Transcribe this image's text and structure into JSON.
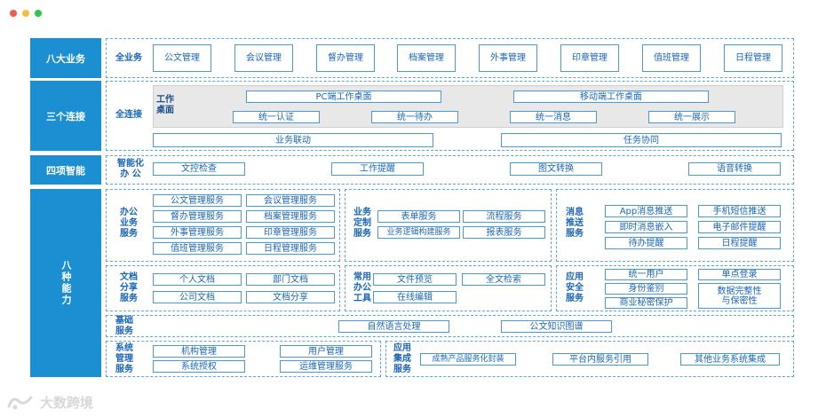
{
  "window_dots": {
    "red": "#f05b56",
    "yellow": "#f7bd3e",
    "green": "#2cc84a"
  },
  "colors": {
    "label_bg": "#1b8fd2",
    "box_border": "#4a9ad8",
    "text": "#1a66b8"
  },
  "rows": {
    "row1": {
      "label": "八大业务",
      "sub": "全业务",
      "items": [
        "公文管理",
        "会议管理",
        "督办管理",
        "档案管理",
        "外事管理",
        "印章管理",
        "值班管理",
        "日程管理"
      ]
    },
    "row2": {
      "label": "三个连接",
      "sub": "全连接",
      "desk_label": "工作\n桌面",
      "pc_desk": "PC端工作桌面",
      "mobile_desk": "移动端工作桌面",
      "desk_items": [
        "统一认证",
        "统一待办",
        "统一消息",
        "统一展示"
      ],
      "link_items": [
        "业务联动",
        "任务协同"
      ]
    },
    "row3": {
      "label": "四项智能",
      "sub": "智能化\n办  公",
      "items": [
        "文控检查",
        "工作提醒",
        "图文转换",
        "语音转换"
      ]
    },
    "row4": {
      "label": "八种能力",
      "office": {
        "label": "办公\n业务\n服务",
        "items": [
          "公文管理服务",
          "会议管理服务",
          "督办管理服务",
          "档案管理服务",
          "外事管理服务",
          "印章管理服务",
          "值班管理服务",
          "日程管理服务"
        ]
      },
      "custom": {
        "label": "业务\n定制\n服务",
        "items": [
          "表单服务",
          "流程服务",
          "业务逻辑构建服务",
          "报表服务"
        ]
      },
      "message": {
        "label": "消息\n推送\n服务",
        "items": [
          "App消息推送",
          "手机短信推送",
          "即时消息嵌入",
          "电子邮件提醒",
          "待办提醒",
          "日程提醒"
        ]
      },
      "docs": {
        "label": "文档\n分享\n服务",
        "items": [
          "个人文档",
          "部门文档",
          "公司文档",
          "文档分享"
        ]
      },
      "tools": {
        "label": "常用\n办公\n工具",
        "items": [
          "文件预览",
          "全文检索",
          "在线编辑"
        ]
      },
      "security": {
        "label": "应用\n安全\n服务",
        "items": [
          "统一用户",
          "单点登录",
          "身份鉴别",
          "数据完整性\n与保密性",
          "商业秘密保护"
        ]
      },
      "basic": {
        "label": "基础\n服务",
        "items": [
          "自然语言处理",
          "公文知识图谱"
        ]
      },
      "system": {
        "label": "系统\n管理\n服务",
        "items": [
          "机构管理",
          "用户管理",
          "系统授权",
          "运维管理服务"
        ]
      },
      "integration": {
        "label": "应用\n集成\n服务",
        "items": [
          "成熟产品服务化封装",
          "平台内服务引用",
          "其他业务系统集成"
        ]
      }
    }
  },
  "watermark": "大数跨境"
}
